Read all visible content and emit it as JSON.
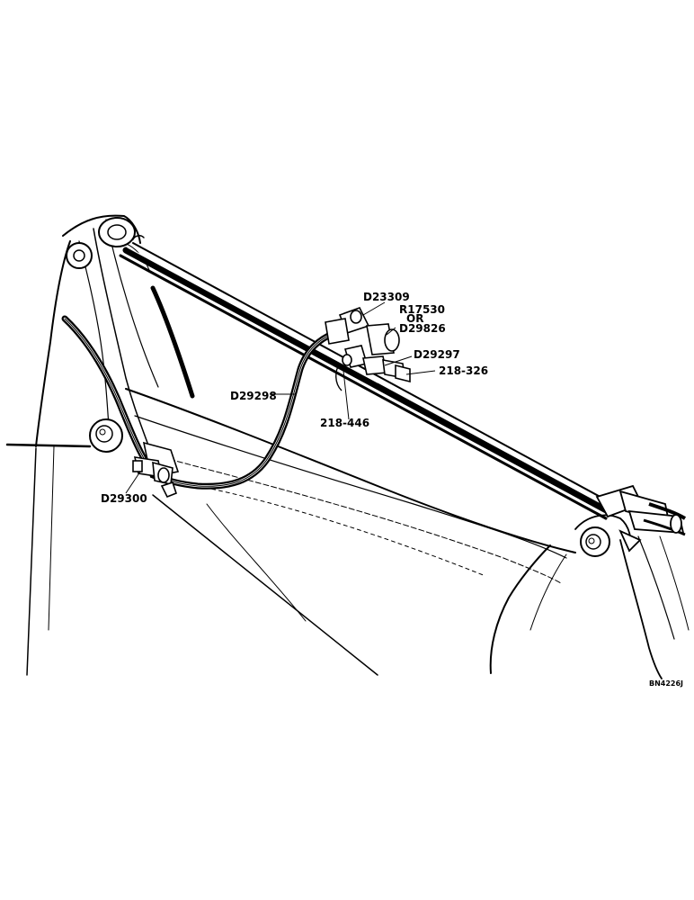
{
  "diagram": {
    "part_labels": {
      "d23309": "D23309",
      "r17530": "R17530",
      "or_word": "OR",
      "d29826": "D29826",
      "d29297": "D29297",
      "p218_326": "218-326",
      "d29298": "D29298",
      "p218_446": "218-446",
      "d29300": "D29300"
    },
    "figure_id": "BN4226J"
  }
}
